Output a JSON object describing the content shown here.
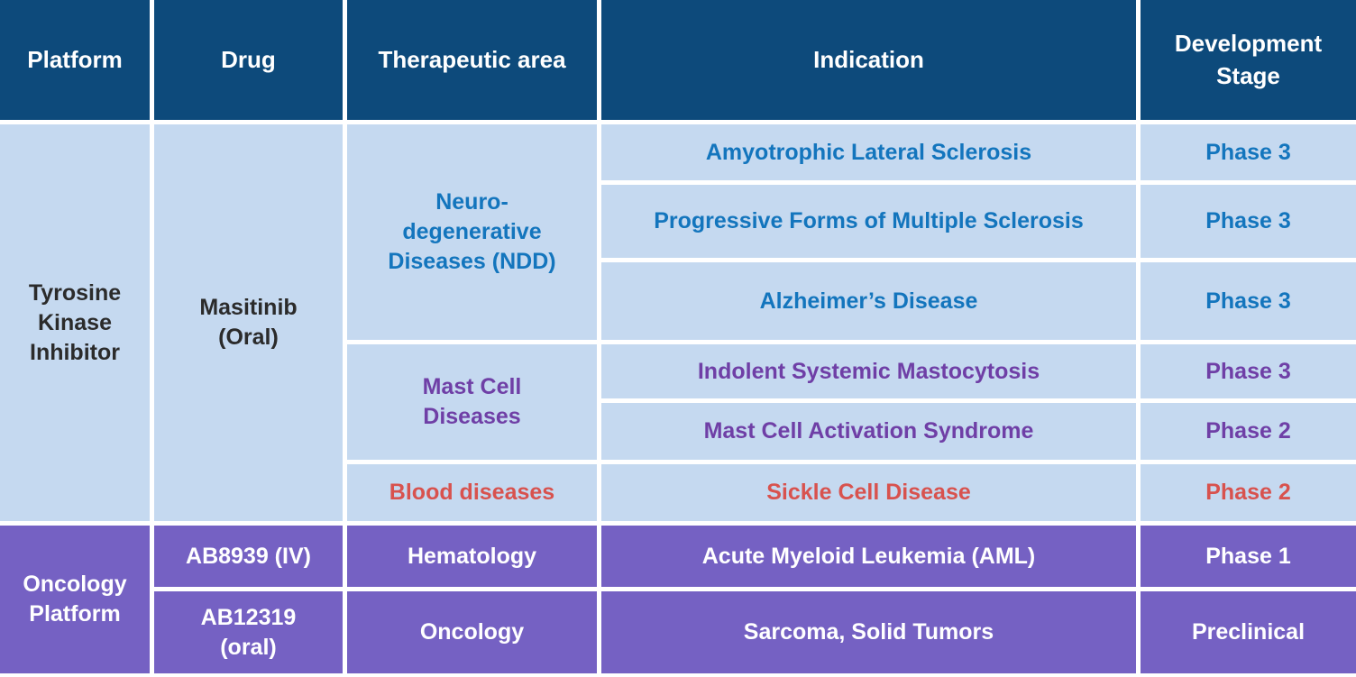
{
  "header": {
    "platform": "Platform",
    "drug": "Drug",
    "therapeutic_area": "Therapeutic area",
    "indication": "Indication",
    "development_stage": "Development\nStage"
  },
  "tki": {
    "platform": "Tyrosine\nKinase\nInhibitor",
    "drug": "Masitinib\n(Oral)",
    "areas": [
      {
        "label": "Neuro-\ndegenerative\nDiseases (NDD)"
      },
      {
        "label": "Mast Cell\nDiseases"
      },
      {
        "label": "Blood diseases"
      }
    ],
    "indications": [
      {
        "label": "Amyotrophic Lateral Sclerosis",
        "stage": "Phase 3"
      },
      {
        "label": "Progressive Forms of Multiple Sclerosis",
        "stage": "Phase 3"
      },
      {
        "label": "Alzheimer’s Disease",
        "stage": "Phase 3"
      },
      {
        "label": "Indolent Systemic Mastocytosis",
        "stage": "Phase 3"
      },
      {
        "label": "Mast Cell Activation Syndrome",
        "stage": "Phase 2"
      },
      {
        "label": "Sickle Cell Disease",
        "stage": "Phase 2"
      }
    ]
  },
  "onc": {
    "platform": "Oncology\nPlatform",
    "rows": [
      {
        "drug": "AB8939 (IV)",
        "area": "Hematology",
        "indication": "Acute Myeloid Leukemia (AML)",
        "stage": "Phase 1"
      },
      {
        "drug": "AB12319\n(oral)",
        "area": "Oncology",
        "indication": "Sarcoma, Solid Tumors",
        "stage": "Preclinical"
      }
    ]
  },
  "colors": {
    "header_bg": "#0d4a7b",
    "light_row_bg": "#c5d9f0",
    "oncology_row_bg": "#7561c3",
    "border": "#ffffff",
    "ndd_text": "#1375bd",
    "mast_cell_text": "#6f3fa6",
    "blood_text": "#d8524e",
    "dark_text": "#2b2b2b"
  },
  "chart_data": {
    "type": "table",
    "columns": [
      "Platform",
      "Drug",
      "Therapeutic area",
      "Indication",
      "Development Stage"
    ],
    "rows": [
      [
        "Tyrosine Kinase Inhibitor",
        "Masitinib (Oral)",
        "Neuro-degenerative Diseases (NDD)",
        "Amyotrophic Lateral Sclerosis",
        "Phase 3"
      ],
      [
        "Tyrosine Kinase Inhibitor",
        "Masitinib (Oral)",
        "Neuro-degenerative Diseases (NDD)",
        "Progressive Forms of Multiple Sclerosis",
        "Phase 3"
      ],
      [
        "Tyrosine Kinase Inhibitor",
        "Masitinib (Oral)",
        "Neuro-degenerative Diseases (NDD)",
        "Alzheimer’s Disease",
        "Phase 3"
      ],
      [
        "Tyrosine Kinase Inhibitor",
        "Masitinib (Oral)",
        "Mast Cell Diseases",
        "Indolent Systemic Mastocytosis",
        "Phase 3"
      ],
      [
        "Tyrosine Kinase Inhibitor",
        "Masitinib (Oral)",
        "Mast Cell Diseases",
        "Mast Cell Activation Syndrome",
        "Phase 2"
      ],
      [
        "Tyrosine Kinase Inhibitor",
        "Masitinib (Oral)",
        "Blood diseases",
        "Sickle Cell Disease",
        "Phase 2"
      ],
      [
        "Oncology Platform",
        "AB8939 (IV)",
        "Hematology",
        "Acute Myeloid Leukemia (AML)",
        "Phase 1"
      ],
      [
        "Oncology Platform",
        "AB12319 (oral)",
        "Oncology",
        "Sarcoma, Solid Tumors",
        "Preclinical"
      ]
    ]
  }
}
